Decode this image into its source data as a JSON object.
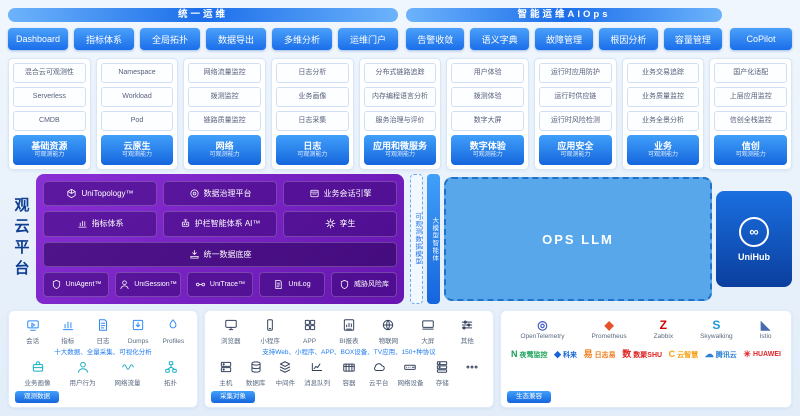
{
  "colors": {
    "accent_blue": "#1B6EEA",
    "footer_blue": "#1565DD",
    "purple": "#7A1FC6",
    "llm_blue": "#57A7EA",
    "hub_navy": "#0B3F9E"
  },
  "top": {
    "left": {
      "title": "统一运维",
      "buttons": [
        "Dashboard",
        "指标体系",
        "全局拓扑",
        "数据导出",
        "多维分析",
        "运维门户"
      ]
    },
    "right": {
      "title": "智能运维AIOps",
      "buttons": [
        "告警收敛",
        "语义字典",
        "故障管理",
        "根因分析",
        "容量管理"
      ]
    },
    "copilot": "CoPilot"
  },
  "capability_columns": [
    {
      "label": "基础资源",
      "sub": "可观测能力",
      "items": [
        "混合云可观测性",
        "Serverless",
        "CMDB"
      ]
    },
    {
      "label": "云原生",
      "sub": "可观测能力",
      "items": [
        "Namespace",
        "Workload",
        "Pod"
      ]
    },
    {
      "label": "网络",
      "sub": "可观测能力",
      "items": [
        "网络流量监控",
        "拨测监控",
        "链路质量监控"
      ]
    },
    {
      "label": "日志",
      "sub": "可观测能力",
      "items": [
        "日志分析",
        "业务画像",
        "日志采集"
      ]
    },
    {
      "label": "应用和微服务",
      "sub": "可观测能力",
      "items": [
        "分布式链路追踪",
        "内存编程语言分析",
        "服务治理与评价"
      ]
    },
    {
      "label": "数字体验",
      "sub": "可观测能力",
      "items": [
        "用户体验",
        "拨测体验",
        "数字大屏"
      ]
    },
    {
      "label": "应用安全",
      "sub": "可观测能力",
      "items": [
        "运行时应用防护",
        "运行时供应链",
        "运行时风险检测"
      ]
    },
    {
      "label": "业务",
      "sub": "可观测能力",
      "items": [
        "业务交易追踪",
        "业务质量监控",
        "业务全景分析"
      ]
    },
    {
      "label": "信创",
      "sub": "可观测能力",
      "items": [
        "国产化适配",
        "上层应用监控",
        "信创全栈监控"
      ]
    }
  ],
  "platform": {
    "side_label": "观云平台",
    "row1": [
      {
        "icon": "cube",
        "label": "UniTopology™"
      },
      {
        "icon": "target",
        "label": "数据治理平台"
      },
      {
        "icon": "card",
        "label": "业务会话引擎"
      }
    ],
    "row2": [
      {
        "icon": "chart",
        "label": "指标体系"
      },
      {
        "icon": "robot",
        "label": "护栏智能体系 AI™"
      },
      {
        "icon": "gear",
        "label": "孪生"
      }
    ],
    "row3": {
      "icon": "collect",
      "label": "统一数据底座"
    },
    "row4": [
      {
        "icon": "shield",
        "label": "UniAgent™"
      },
      {
        "icon": "person",
        "label": "UniSession™"
      },
      {
        "icon": "link",
        "label": "UniTrace™"
      },
      {
        "icon": "doc",
        "label": "UniLog"
      },
      {
        "icon": "shield",
        "label": "威胁风险库"
      }
    ],
    "strip_left": "可观测数据模型",
    "strip_right": "大模型智能体",
    "llm_label": "OPS LLM",
    "hub_logo": "∞",
    "hub_label": "UniHub"
  },
  "bottom": {
    "data_panel": {
      "row1": [
        {
          "icon": "video",
          "label": "会话"
        },
        {
          "icon": "chart",
          "label": "指标"
        },
        {
          "icon": "doc",
          "label": "日志"
        },
        {
          "icon": "dump",
          "label": "Dumps"
        },
        {
          "icon": "profile",
          "label": "Profiles"
        }
      ],
      "caption": "十大数据、全量采集、可视化分析",
      "row2": [
        {
          "icon": "briefcase",
          "label": "业务画像"
        },
        {
          "icon": "person",
          "label": "用户行为"
        },
        {
          "icon": "wave",
          "label": "网络流量"
        },
        {
          "icon": "topo",
          "label": "拓扑"
        }
      ],
      "tag": "观测数据"
    },
    "object_panel": {
      "row1": [
        {
          "icon": "monitor",
          "label": "浏览器"
        },
        {
          "icon": "phone",
          "label": "小程序"
        },
        {
          "icon": "app",
          "label": "APP"
        },
        {
          "icon": "report",
          "label": "BI报表"
        },
        {
          "icon": "globe",
          "label": "物联网"
        },
        {
          "icon": "screen",
          "label": "大屏"
        },
        {
          "icon": "sliders",
          "label": "其他"
        }
      ],
      "caption": "支持Web、小程序、APP、BOX设备、TV应用、150+种协议",
      "row2": [
        {
          "icon": "host",
          "label": "主机"
        },
        {
          "icon": "db",
          "label": "数据库"
        },
        {
          "icon": "mq",
          "label": "中间件"
        },
        {
          "icon": "wave2",
          "label": "消息队列"
        },
        {
          "icon": "container",
          "label": "容器"
        },
        {
          "icon": "cloud",
          "label": "云平台"
        },
        {
          "icon": "network",
          "label": "网络设备"
        },
        {
          "icon": "storage",
          "label": "存储"
        },
        {
          "icon": "more",
          "label": ""
        }
      ],
      "tag": "采集对象"
    },
    "eco_panel": {
      "row1": [
        {
          "glyph": "◎",
          "color": "#425CC7",
          "label": "OpenTelemetry"
        },
        {
          "glyph": "◆",
          "color": "#E6522C",
          "label": "Prometheus"
        },
        {
          "glyph": "Z",
          "color": "#D40000",
          "label": "Zabbix"
        },
        {
          "glyph": "S",
          "color": "#1A9BD7",
          "label": "Skywalking"
        },
        {
          "glyph": "◣",
          "color": "#466BB0",
          "label": "Istio"
        }
      ],
      "row2": [
        {
          "glyph": "N",
          "color": "#18A058",
          "label": "夜莺监控"
        },
        {
          "glyph": "◆",
          "color": "#1366D6",
          "label": "科来"
        },
        {
          "glyph": "易",
          "color": "#F07D1A",
          "label": "日志易"
        },
        {
          "glyph": "数",
          "color": "#E02020",
          "label": "数聚SHU"
        },
        {
          "glyph": "C",
          "color": "#F59E0B",
          "label": "云智慧"
        },
        {
          "glyph": "☁",
          "color": "#2B7FD4",
          "label": "腾讯云"
        },
        {
          "glyph": "✳",
          "color": "#E0242A",
          "label": "HUAWEI"
        }
      ],
      "tag": "生态兼容"
    }
  }
}
